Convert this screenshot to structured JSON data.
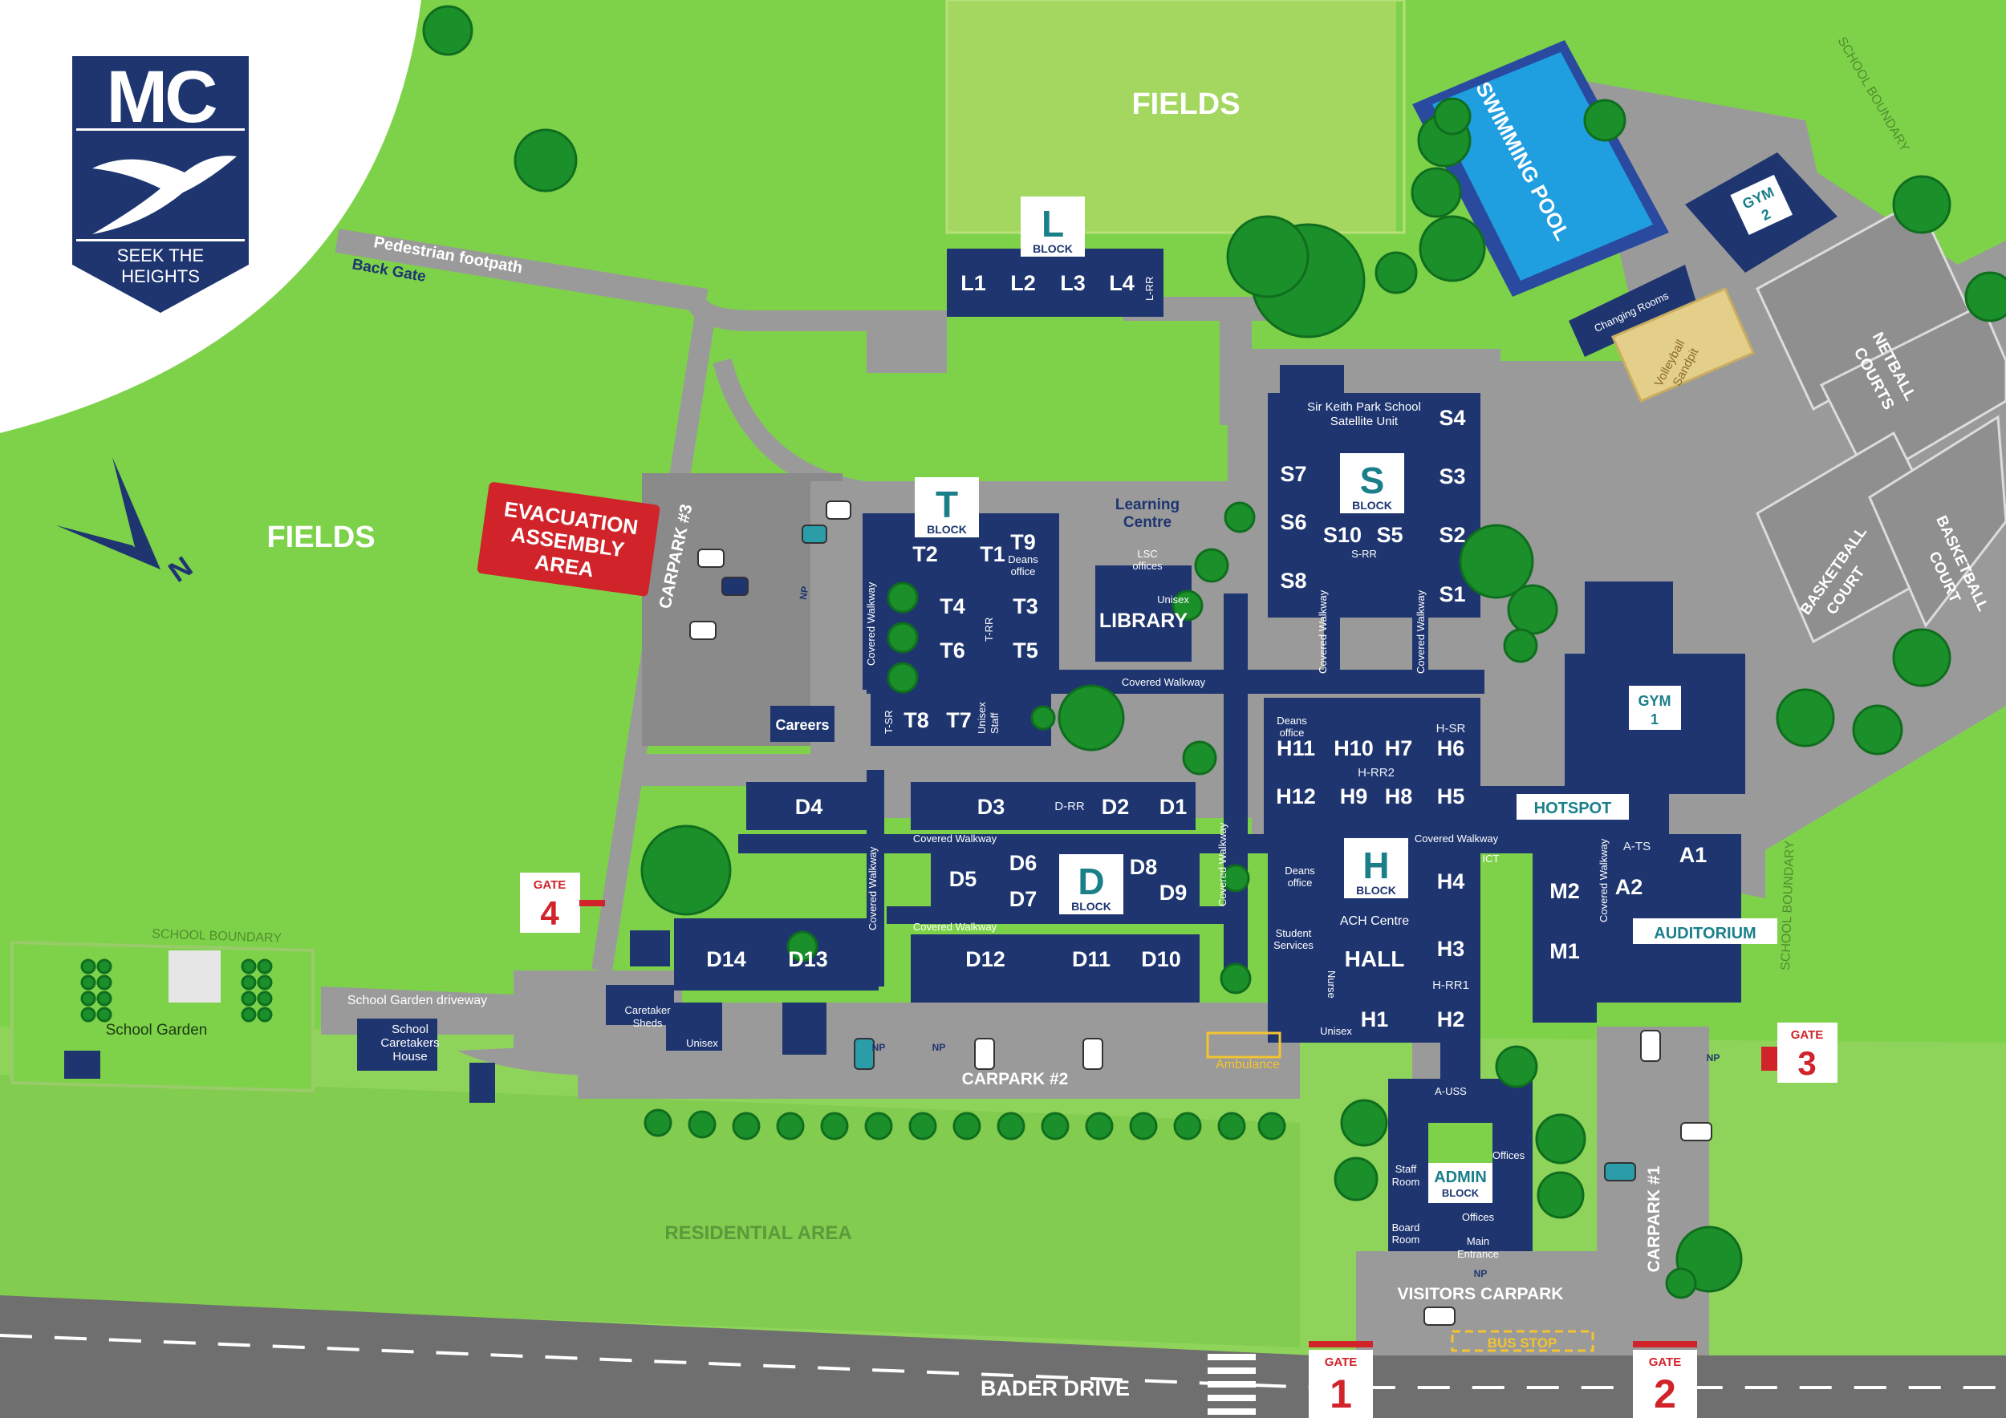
{
  "logo": {
    "letters": "MC",
    "motto_line1": "SEEK THE",
    "motto_line2": "HEIGHTS"
  },
  "labels": {
    "fields_top": "FIELDS",
    "fields_left": "FIELDS",
    "pedestrian_footpath": "Pedestrian footpath",
    "back_gate": "Back Gate",
    "evac_line1": "EVACUATION",
    "evac_line2": "ASSEMBLY",
    "evac_line3": "AREA",
    "carpark3": "CARPARK #3",
    "carpark2": "CARPARK #2",
    "carpark1": "CARPARK #1",
    "visitors_carpark": "VISITORS CARPARK",
    "bus_stop": "BUS STOP",
    "bader_drive": "BADER DRIVE",
    "residential_area": "RESIDENTIAL AREA",
    "school_boundary": "SCHOOL BOUNDARY",
    "school_garden": "School Garden",
    "school_garden_driveway": "School Garden driveway",
    "school_caretakers_house_1": "School",
    "school_caretakers_house_2": "Caretakers",
    "school_caretakers_house_3": "House",
    "caretaker_sheds_1": "Caretaker",
    "caretaker_sheds_2": "Sheds",
    "unisex": "Unisex",
    "careers": "Careers",
    "library": "LIBRARY",
    "learning_centre_1": "Learning",
    "learning_centre_2": "Centre",
    "lsc_offices_1": "LSC",
    "lsc_offices_2": "offices",
    "covered_walkway": "Covered Walkway",
    "hotspot": "HOTSPOT",
    "auditorium": "AUDITORIUM",
    "swimming_pool": "SWIMMING POOL",
    "changing_rooms": "Changing Rooms",
    "volleyball_1": "Volleyball",
    "volleyball_2": "Sandpit",
    "netball_1": "NETBALL",
    "netball_2": "COURTS",
    "basketball_1": "BASKETBALL",
    "basketball_2": "COURT",
    "sir_keith_1": "Sir Keith Park School",
    "sir_keith_2": "Satellite Unit",
    "ach_centre": "ACH Centre",
    "hall": "HALL",
    "deans_office_1": "Deans",
    "deans_office_2": "office",
    "student_services_1": "Student",
    "student_services_2": "Services",
    "nurse": "Nurse",
    "staff_room_1": "Staff",
    "staff_room_2": "Room",
    "board_room_1": "Board",
    "board_room_2": "Room",
    "offices": "Offices",
    "main_entrance_1": "Main",
    "main_entrance_2": "Entrance",
    "ambulance": "Ambulance",
    "np": "NP",
    "staff": "Staff",
    "block": "BLOCK",
    "admin": "ADMIN",
    "gym": "GYM",
    "north": "N",
    "gate": "GATE"
  },
  "blocks": {
    "L": "L",
    "T": "T",
    "S": "S",
    "D": "D",
    "H": "H",
    "gym1": "1",
    "gym2": "2"
  },
  "rooms": {
    "L": [
      "L1",
      "L2",
      "L3",
      "L4"
    ],
    "T": [
      "T1",
      "T2",
      "T3",
      "T4",
      "T5",
      "T6",
      "T7",
      "T8",
      "T9"
    ],
    "S": [
      "S1",
      "S2",
      "S3",
      "S4",
      "S5",
      "S6",
      "S7",
      "S8",
      "S10"
    ],
    "D": [
      "D1",
      "D2",
      "D3",
      "D4",
      "D5",
      "D6",
      "D7",
      "D8",
      "D9",
      "D10",
      "D11",
      "D12",
      "D13",
      "D14"
    ],
    "H": [
      "H1",
      "H2",
      "H3",
      "H4",
      "H5",
      "H6",
      "H7",
      "H8",
      "H9",
      "H10",
      "H11",
      "H12"
    ],
    "A": [
      "A1",
      "A2"
    ],
    "M": [
      "M1",
      "M2"
    ]
  },
  "restrooms": {
    "L": "L-RR",
    "T_SR": "T-SR",
    "T_RR": "T-RR",
    "S_RR": "S-RR",
    "D_RR": "D-RR",
    "H_SR": "H-SR",
    "H_RR1": "H-RR1",
    "H_RR2": "H-RR2",
    "A_TS": "A-TS",
    "A_USS": "A-USS",
    "ICT": "ICT"
  },
  "gates": [
    "1",
    "2",
    "3",
    "4"
  ],
  "colors": {
    "grass": "#7ed24a",
    "field": "#a3d760",
    "building": "#1e3570",
    "path": "#9a9a9a",
    "gate_red": "#d0232a",
    "teal_label": "#1b7f8a",
    "pool": "#1f9ee0"
  }
}
